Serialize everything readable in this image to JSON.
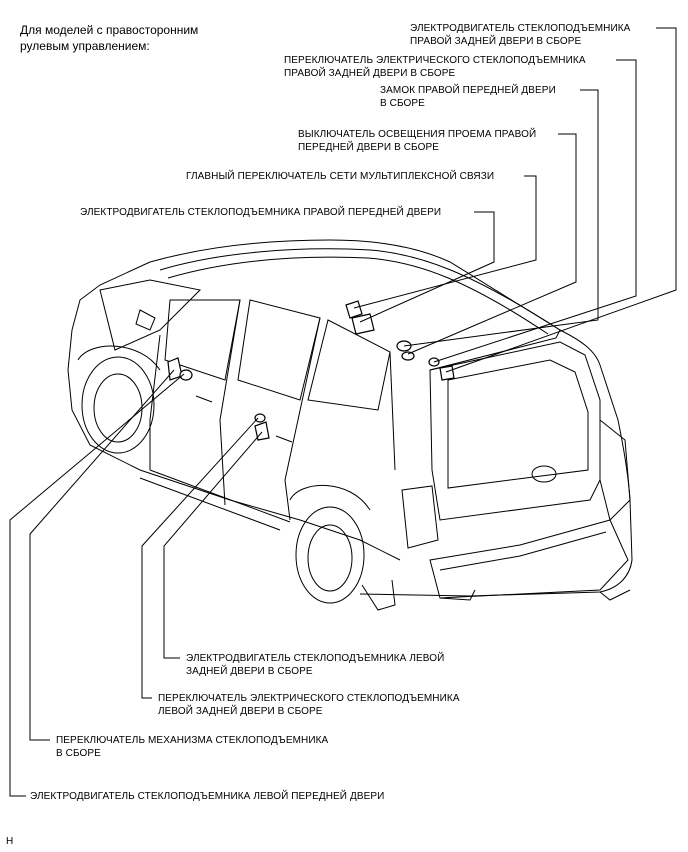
{
  "intro": "Для моделей с правосторонним\nрулевым управлением:",
  "figure_code": "H",
  "labels": {
    "rr_motor": "ЭЛЕКТРОДВИГАТЕЛЬ СТЕКЛОПОДЪЕМНИКА\nПРАВОЙ ЗАДНЕЙ ДВЕРИ В СБОРЕ",
    "rr_switch": "ПЕРЕКЛЮЧАТЕЛЬ ЭЛЕКТРИЧЕСКОГО СТЕКЛОПОДЪЕМНИКА\nПРАВОЙ ЗАДНЕЙ ДВЕРИ В СБОРЕ",
    "rf_lock": "ЗАМОК ПРАВОЙ ПЕРЕДНЕЙ ДВЕРИ\nВ СБОРЕ",
    "rf_courtesy": "ВЫКЛЮЧАТЕЛЬ ОСВЕЩЕНИЯ ПРОЕМА ПРАВОЙ\nПЕРЕДНЕЙ ДВЕРИ В СБОРЕ",
    "mpx_master": "ГЛАВНЫЙ ПЕРЕКЛЮЧАТЕЛЬ СЕТИ МУЛЬТИПЛЕКСНОЙ СВЯЗИ",
    "rf_motor": "ЭЛЕКТРОДВИГАТЕЛЬ СТЕКЛОПОДЪЕМНИКА ПРАВОЙ ПЕРЕДНЕЙ ДВЕРИ",
    "lr_motor": "ЭЛЕКТРОДВИГАТЕЛЬ СТЕКЛОПОДЪЕМНИКА ЛЕВОЙ\nЗАДНЕЙ ДВЕРИ В СБОРЕ",
    "lr_switch": "ПЕРЕКЛЮЧАТЕЛЬ ЭЛЕКТРИЧЕСКОГО СТЕКЛОПОДЪЕМНИКА\nЛЕВОЙ ЗАДНЕЙ ДВЕРИ В СБОРЕ",
    "lf_regulator_switch": "ПЕРЕКЛЮЧАТЕЛЬ МЕХАНИЗМА СТЕКЛОПОДЪЕМНИКА\nВ СБОРЕ",
    "lf_motor": "ЭЛЕКТРОДВИГАТЕЛЬ СТЕКЛОПОДЪЕМНИКА ЛЕВОЙ ПЕРЕДНЕЙ ДВЕРИ"
  }
}
